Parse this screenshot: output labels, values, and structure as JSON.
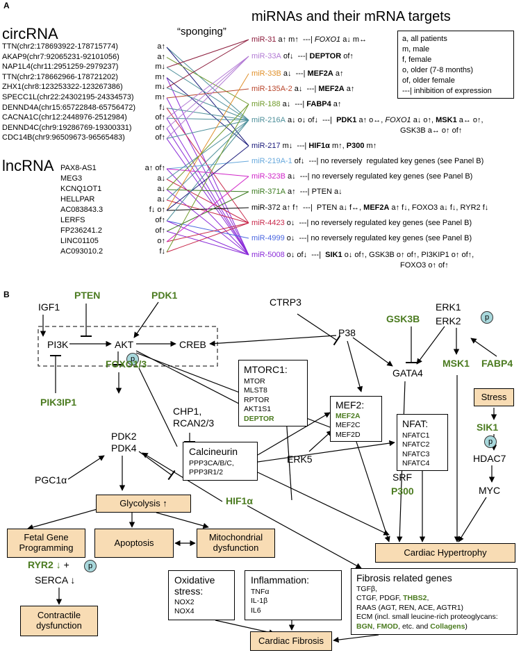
{
  "panel_a": {
    "label": "A",
    "circ_heading": "circRNA",
    "lnc_heading": "lncRNA",
    "sponging": "“sponging”",
    "mirna_heading": "miRNAs and their mRNA targets",
    "circrnas": [
      {
        "name": "TTN(chr2:178693922-178715774)",
        "reg": "a↑"
      },
      {
        "name": "AKAP9(chr7:92065231-92101056)",
        "reg": "a↑"
      },
      {
        "name": "NAP1L4(chr11:2951259-2979237)",
        "reg": "m↓"
      },
      {
        "name": "TTN(chr2:178662966-178721202)",
        "reg": "m↑"
      },
      {
        "name": "ZHX1(chr8:123253322-123267386)",
        "reg": "m↓"
      },
      {
        "name": "SPECC1L(chr22:24302195-24334573)",
        "reg": "m↑"
      },
      {
        "name": "DENND4A(chr15:65722848-65756472)",
        "reg": "f↓"
      },
      {
        "name": "CACNA1C(chr12:2448976-2512984)",
        "reg": "of↑"
      },
      {
        "name": "DENND4C(chr9:19286769-19300331)",
        "reg": "of↑"
      },
      {
        "name": "CDC14B(chr9:96509673-96565483)",
        "reg": "of↑"
      }
    ],
    "lncrnas": [
      {
        "name": "PAX8-AS1",
        "reg": "a↑ of↑"
      },
      {
        "name": "MEG3",
        "reg": "a↓"
      },
      {
        "name": "KCNQ1OT1",
        "reg": "a↓"
      },
      {
        "name": "HELLPAR",
        "reg": "a↓"
      },
      {
        "name": "AC083843.3",
        "reg": "f↓ o↑"
      },
      {
        "name": "LERFS",
        "reg": "of↑"
      },
      {
        "name": "FP236241.2",
        "reg": "of↑"
      },
      {
        "name": "LINC01105",
        "reg": "o↑"
      },
      {
        "name": "AC093010.2",
        "reg": "f↓"
      }
    ],
    "mirnas": [
      {
        "name": "miR-31",
        "color": "#8b1a3a",
        "text": " a↑ m↑  ---| FOXO1 a↓ m↔"
      },
      {
        "name": "miR-33A",
        "color": "#b27ad4",
        "text": " of↓  ---| DEPTOR of↑"
      },
      {
        "name": "miR-33B",
        "color": "#e0902a",
        "text": " a↓  ---| MEF2A a↑"
      },
      {
        "name": "miR-135A-2",
        "color": "#b8442a",
        "text": " a↓  ---| MEF2A a↑"
      },
      {
        "name": "miR-188",
        "color": "#6f9a2a",
        "text": " a↓  ---| FABP4 a↑"
      },
      {
        "name": "miR-216A",
        "color": "#4d8f9a",
        "text": " a↓ o↓ of↓  ---|  PDK1 a↑ o↔, FOXO1 a↓ o↑, MSK1 a↔ o↑,"
      },
      {
        "name": "",
        "color": "#000",
        "text": "GSK3B a↔ o↑ of↑"
      },
      {
        "name": "miR-217",
        "color": "#1a1a7a",
        "text": " m↓  ---| HIF1α m↑, P300 m↑"
      },
      {
        "name": "miR-219A-1",
        "color": "#66a8dc",
        "text": " of↓  ---| no reversely  regulated key genes (see Panel B)"
      },
      {
        "name": "miR-323B",
        "color": "#d024c8",
        "text": " a↓  ---| no reversely regulated key genes (see Panel B)"
      },
      {
        "name": "miR-371A",
        "color": "#3a7a1e",
        "text": " a↑  ---| PTEN a↓"
      },
      {
        "name": "miR-372",
        "color": "#000",
        "text": " a↑ f↑  ---|  PTEN a↓ f↔, MEF2A a↑ f↓, FOXO3 a↓ f↓, RYR2 f↓"
      },
      {
        "name": "miR-4423",
        "color": "#c8284a",
        "text": " o↓  ---| no reversely regulated key genes (see Panel B)"
      },
      {
        "name": "miR-4999",
        "color": "#4a66e0",
        "text": " o↓  ---| no reversely regulated key genes (see Panel B)"
      },
      {
        "name": "miR-5008",
        "color": "#8a2ad8",
        "text": " o↓ of↓  ---|  SIK1 o↓ of↑, GSK3B o↑ of↑, PI3KIP1 o↑ of↑,"
      },
      {
        "name": "",
        "color": "#000",
        "text": "FOXO3 o↑ of↑"
      }
    ],
    "legend": [
      "a,  all patients",
      "m,  male",
      "f,    female",
      "o,  older (7-8 months)",
      "of, older female",
      "---|  inhibition of expression"
    ]
  },
  "panel_b": {
    "label": "B",
    "nodes": {
      "igf1": "IGF1",
      "pten": "PTEN",
      "pdk1": "PDK1",
      "pi3k": "PI3K",
      "akt": "AKT",
      "creb": "CREB",
      "pik3ip1": "PIK3IP1",
      "foxo": "FOXO1/3",
      "ctrp3": "CTRP3",
      "p38": "P38",
      "gsk3b": "GSK3B",
      "erk1": "ERK1",
      "erk2": "ERK2",
      "fabp4": "FABP4",
      "msk1": "MSK1",
      "gata4": "GATA4",
      "chp1": "CHP1,",
      "rcan": "RCAN2/3",
      "pdk2": "PDK2",
      "pdk4": "PDK4",
      "pgc1a": "PGC1α",
      "erk5": "ERK5",
      "srf": "SRF",
      "p300": "P300",
      "hif1a": "HIF1α",
      "sik1": "SIK1",
      "hdac7": "HDAC7",
      "myc": "MYC",
      "ryr2": "RYR2",
      "ryr2_arrow": "↓",
      "plus": "+",
      "serca": "SERCA ↓",
      "p": "p"
    },
    "mtorc1": {
      "title": "MTORC1:",
      "items": [
        "MTOR",
        "MLST8",
        "RPTOR",
        "AKT1S1"
      ],
      "green": "DEPTOR"
    },
    "mef2": {
      "title": "MEF2:",
      "green": "MEF2A",
      "items": [
        "MEF2C",
        "MEF2D"
      ]
    },
    "nfat": {
      "title": "NFAT:",
      "items": [
        "NFATC1",
        "NFATC2",
        "NFATC3",
        "NFATC4"
      ]
    },
    "calcineurin": {
      "title": "Calcineurin",
      "items": [
        "PPP3CA/B/C,",
        "PPP3R1/2"
      ]
    },
    "oxidative": {
      "title1": "Oxidative",
      "title2": "stress:",
      "items": [
        "NOX2",
        "NOX4"
      ]
    },
    "inflammation": {
      "title": "Inflammation:",
      "items": [
        "TNFα",
        "IL-1β",
        "IL6"
      ]
    },
    "fibrosis_genes": {
      "title": "Fibrosis related genes",
      "l1": "TGFβ,",
      "l2a": "CTGF, PDGF, ",
      "l2g": "THBS2",
      "l3": "RAAS (AGT, REN, ACE, AGTR1)",
      "l4": "ECM (incl. small leucine-rich proteoglycans:",
      "l5g1": "BGN",
      "l5g2": "FMOD",
      "l5t": ", etc. and ",
      "l5g3": "Collagens"
    },
    "outcomes": {
      "glycolysis": "Glycolysis ↑",
      "fetal": "Fetal Gene Programming",
      "apoptosis": "Apoptosis",
      "mito": "Mitochondrial dysfunction",
      "hypertrophy": "Cardiac Hypertrophy",
      "stress": "Stress",
      "contractile": "Contractile dysfunction",
      "fibrosis": "Cardiac Fibrosis"
    }
  }
}
